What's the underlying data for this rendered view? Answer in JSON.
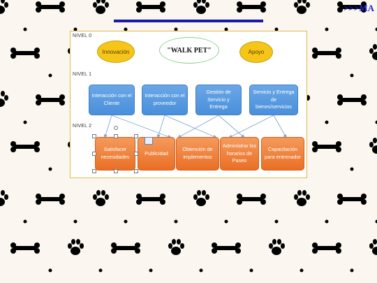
{
  "corner_text": ">>>MA",
  "levels": [
    "NIVEL 0",
    "NIVEL 1",
    "NIVEL 2"
  ],
  "level0": {
    "left": "Innovación",
    "center": "\"WALK PET\"",
    "right": "Apoyo"
  },
  "level1": [
    "Interacción con el Cliente",
    "Interacción con el proveedor",
    "Gestión de Servicio y Entrega",
    "Servicio y Entrega de bienes/servicios"
  ],
  "level2": [
    "Satisfacer necesidades",
    "Publicidad",
    "Obtención de implementos",
    "Administrar los horarios de Paseo",
    "Capacitación para entrenador"
  ],
  "icons": [
    "paw-print-icon",
    "dog-bone-icon"
  ],
  "colors": {
    "background": "#fbf6f0",
    "blue_box": "#4a8fdb",
    "orange_box": "#ea6f24",
    "oval": "#f5c518",
    "connector": "#7fa7d6",
    "top_bar": "#1a1aa8"
  }
}
